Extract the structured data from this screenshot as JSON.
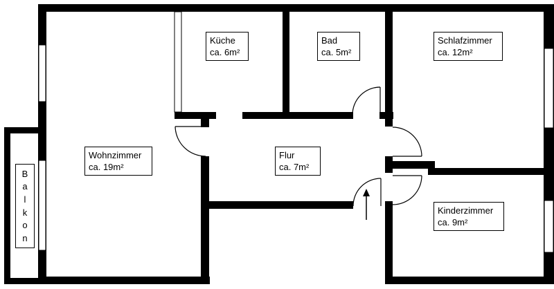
{
  "rooms": {
    "kueche": {
      "name": "Küche",
      "area": "ca. 6m²"
    },
    "bad": {
      "name": "Bad",
      "area": "ca. 5m²"
    },
    "schlafzimmer": {
      "name": "Schlafzimmer",
      "area": "ca. 12m²"
    },
    "wohnzimmer": {
      "name": "Wohnzimmer",
      "area": "ca. 19m²"
    },
    "flur": {
      "name": "Flur",
      "area": "ca. 7m²"
    },
    "kinderzimmer": {
      "name": "Kinderzimmer",
      "area": "ca. 9m²"
    }
  },
  "balkon": {
    "letters": [
      "B",
      "a",
      "l",
      "k",
      "o",
      "n"
    ]
  },
  "colors": {
    "wall": "#000000",
    "background": "#ffffff"
  }
}
